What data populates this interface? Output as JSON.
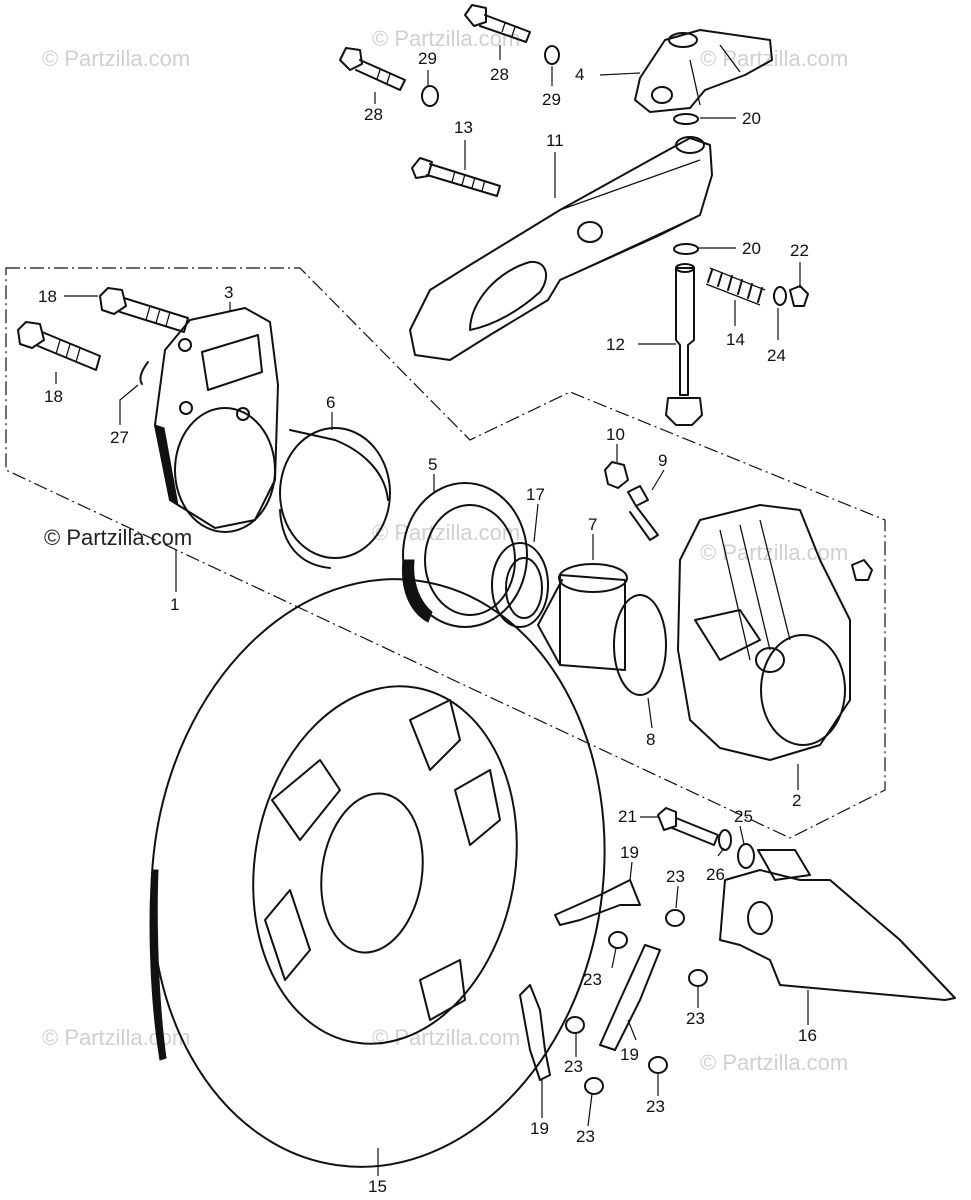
{
  "watermarks": {
    "top_left": "© Partzilla.com",
    "top_center": "© Partzilla.com",
    "top_right": "© Partzilla.com",
    "center": "© Partzilla.com",
    "right_mid": "© Partzilla.com",
    "bottom_left": "© Partzilla.com",
    "bottom_center": "© Partzilla.com",
    "bottom_right": "© Partzilla.com",
    "main": "© Partzilla.com"
  },
  "labels": {
    "l1": "1",
    "l2": "2",
    "l3": "3",
    "l4": "4",
    "l5": "5",
    "l6": "6",
    "l7": "7",
    "l8": "8",
    "l9": "9",
    "l10": "10",
    "l11": "11",
    "l12": "12",
    "l13": "13",
    "l14": "14",
    "l15": "15",
    "l16": "16",
    "l17": "17",
    "l18a": "18",
    "l18b": "18",
    "l19a": "19",
    "l19b": "19",
    "l19c": "19",
    "l20a": "20",
    "l20b": "20",
    "l21": "21",
    "l22": "22",
    "l23a": "23",
    "l23b": "23",
    "l23c": "23",
    "l23d": "23",
    "l23e": "23",
    "l23f": "23",
    "l24": "24",
    "l25": "25",
    "l26": "26",
    "l27": "27",
    "l28a": "28",
    "l28b": "28",
    "l29a": "29",
    "l29b": "29"
  }
}
